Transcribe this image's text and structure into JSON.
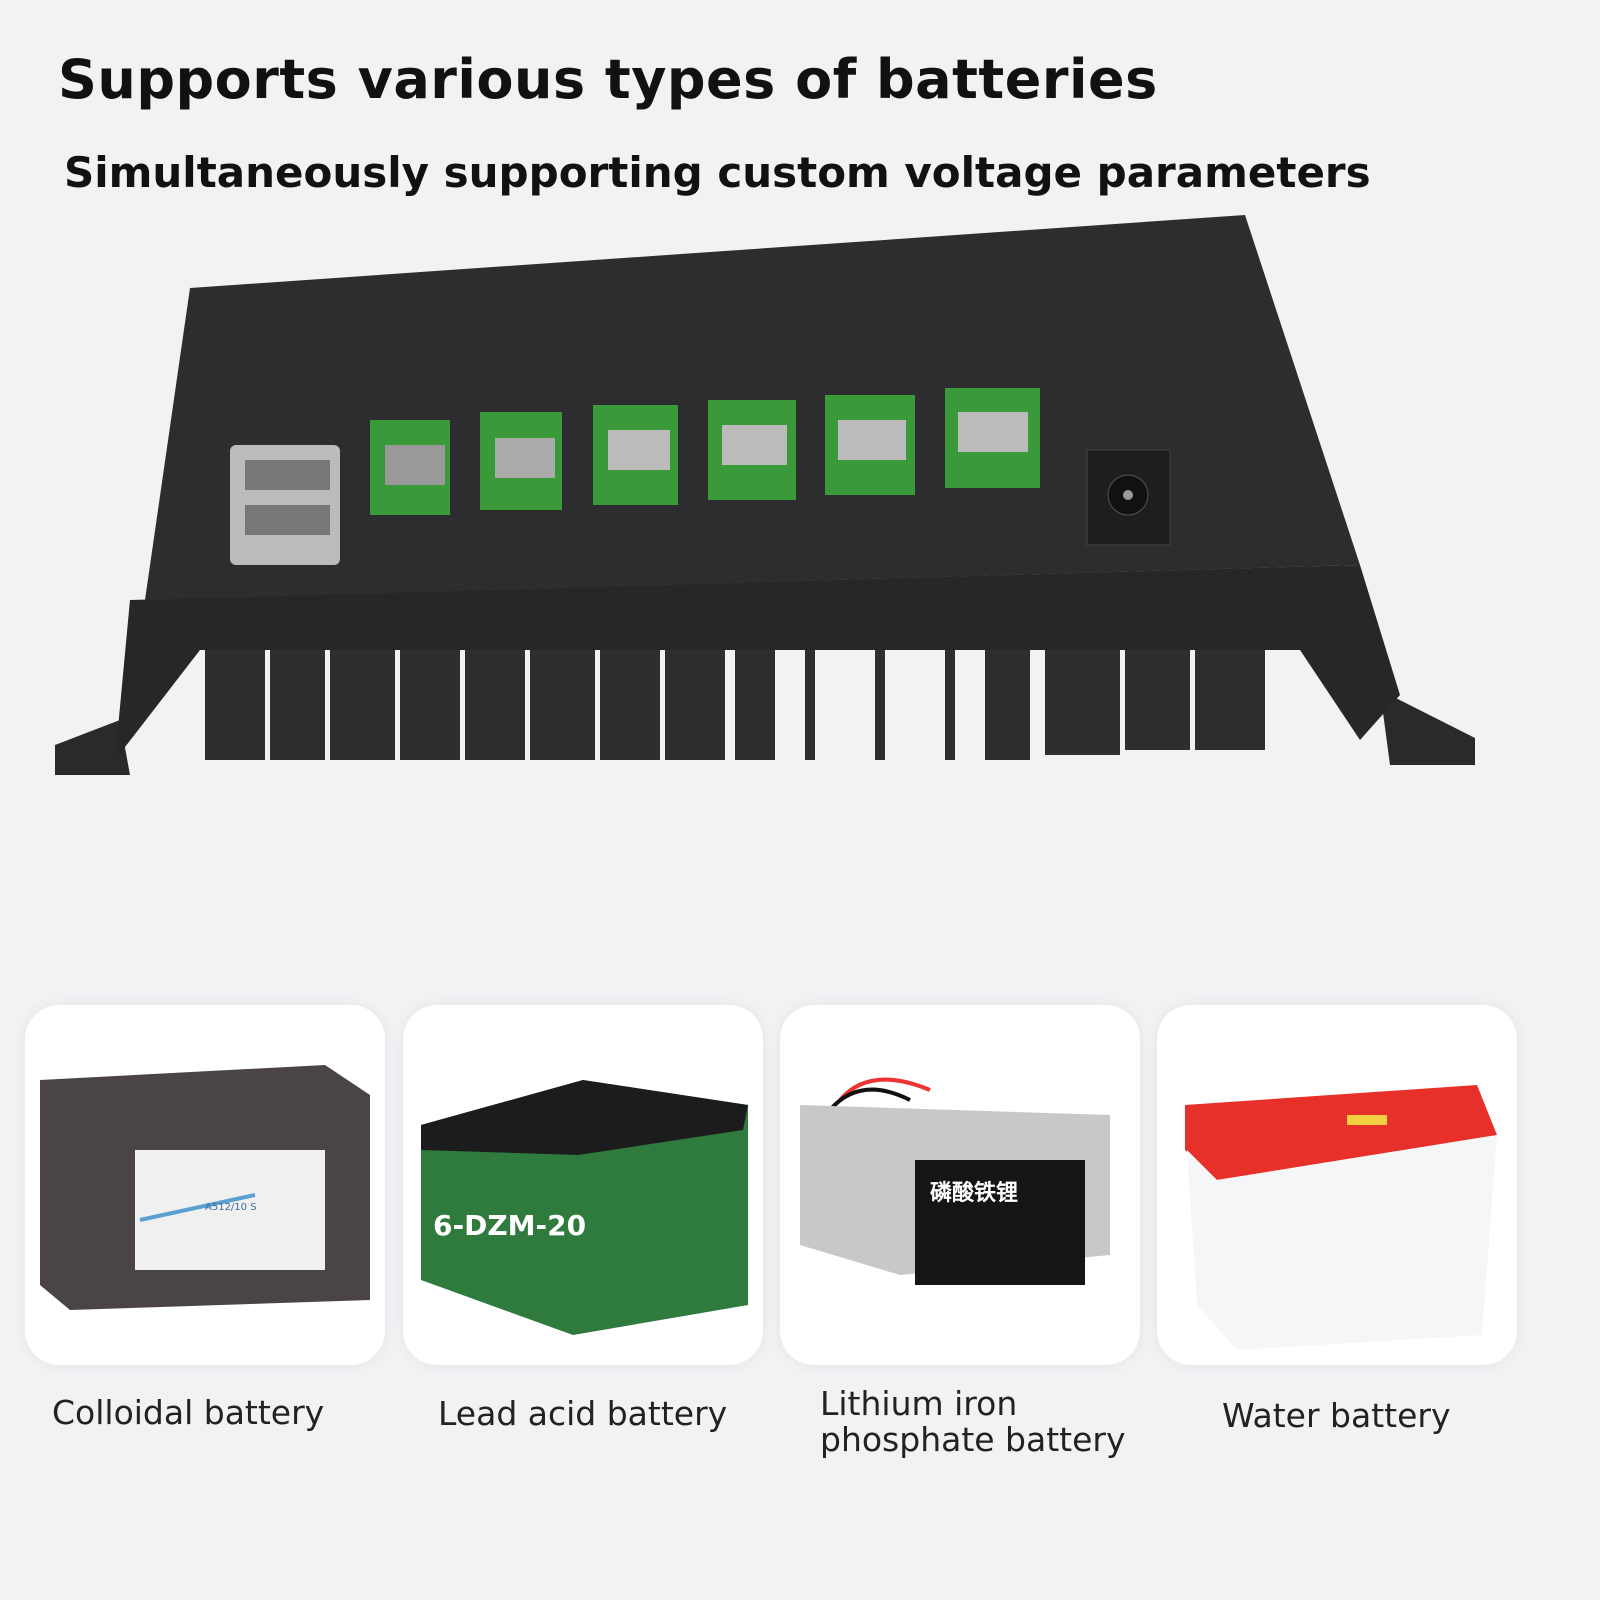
{
  "header": {
    "title": "Supports various types of batteries",
    "subtitle": "Simultaneously supporting custom voltage parameters"
  },
  "colors": {
    "background": "#f2f2f5",
    "device_body": "#2b2b2d",
    "terminal_green": "#3a9a3a",
    "lead_acid_green": "#2f7a3d",
    "water_battery_lid": "#e8302a"
  },
  "batteries": [
    {
      "label": "Colloidal battery",
      "image_text": "A512/10 S"
    },
    {
      "label": "Lead acid battery",
      "image_text": "6-DZM-20"
    },
    {
      "label": "Lithium iron phosphate battery",
      "image_text": "磷酸铁锂"
    },
    {
      "label": "Water battery"
    }
  ]
}
